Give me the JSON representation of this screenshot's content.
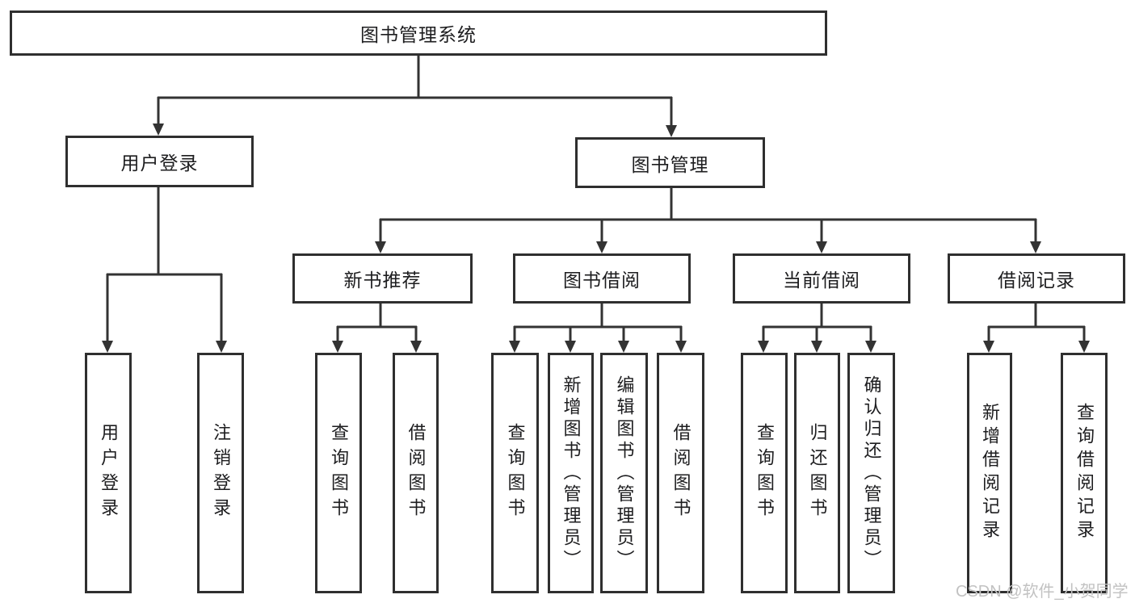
{
  "nodes": {
    "root": "图书管理系统",
    "user_login": "用户登录",
    "book_mgmt": "图书管理",
    "new_book_rec": "新书推荐",
    "book_borrow": "图书借阅",
    "current_borrow": "当前借阅",
    "borrow_record": "借阅记录",
    "leaf_user_login": "用户登录",
    "leaf_logout": "注销登录",
    "rec_query": "查询图书",
    "rec_borrow": "借阅图书",
    "bb_query": "查询图书",
    "bb_add": "新增图书（管理员）",
    "bb_edit": "编辑图书（管理员）",
    "bb_borrow": "借阅图书",
    "cb_query": "查询图书",
    "cb_return": "归还图书",
    "cb_confirm": "确认归还（管理员）",
    "br_add": "新增借阅记录",
    "br_query": "查询借阅记录"
  },
  "watermark": "CSDN @软件_小贺同学",
  "colors": {
    "line": "#333333",
    "box_border": "#2f2f2f",
    "box_fill": "#ffffff",
    "text": "#1d1d1f",
    "watermark": "#c2c2c2"
  }
}
